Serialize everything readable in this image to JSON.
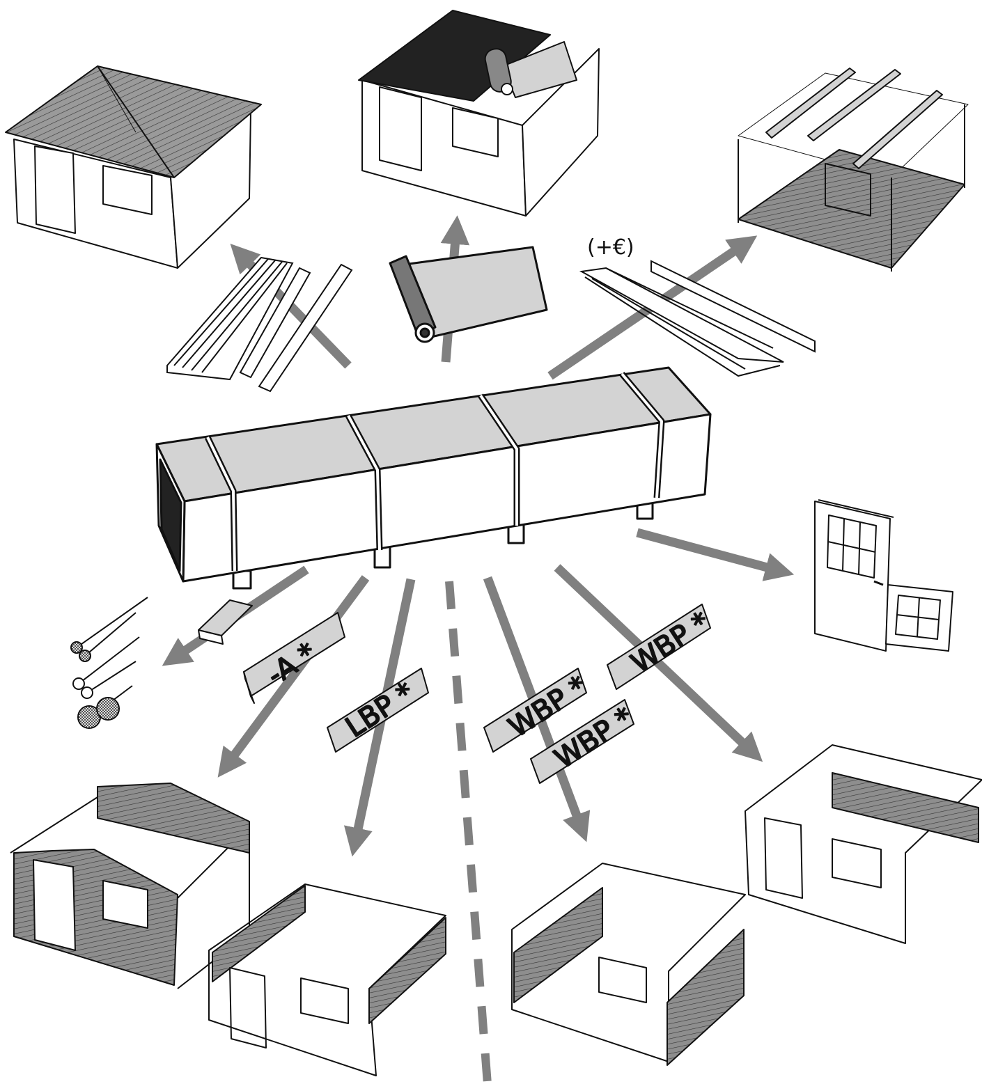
{
  "labels": {
    "optional_price": "(+€)",
    "pkg_gable": "-A *",
    "pkg_left_wall": "LBP *",
    "pkg_wall_1": "WBP *",
    "pkg_wall_2": "WBP *",
    "pkg_back_wall": "WBP *"
  },
  "colors": {
    "arrow": "#808080",
    "package_fill": "#d3d3d3",
    "roof_dark": "#222222",
    "wall_hatch": "#888888",
    "line": "#111111",
    "paper": "#ffffff"
  },
  "icons": [
    "roof-boards",
    "roofing-felt-roll",
    "floor-joists",
    "door-and-window",
    "nails-and-screws",
    "main-package"
  ]
}
